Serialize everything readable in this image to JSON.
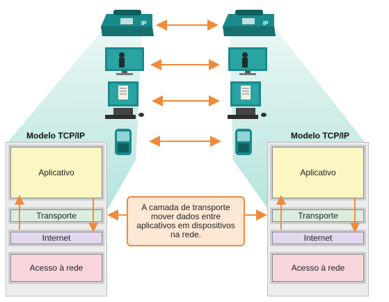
{
  "left_stack": {
    "title": "Modelo TCP/IP",
    "layers": [
      "Aplicativo",
      "Transporte",
      "Internet",
      "Acesso à rede"
    ]
  },
  "right_stack": {
    "title": "Modelo TCP/IP",
    "layers": [
      "Aplicativo",
      "Transporte",
      "Internet",
      "Acesso à rede"
    ]
  },
  "callout": {
    "lines": [
      "A camada de transporte",
      "mover dados entre",
      "aplicativos em dispositivos",
      "na rede."
    ]
  },
  "devices": [
    {
      "name": "ip-phone",
      "label": "IP"
    },
    {
      "name": "video-monitor",
      "label": ""
    },
    {
      "name": "desktop-computer",
      "label": ""
    },
    {
      "name": "smartphone",
      "label": ""
    }
  ],
  "colors": {
    "application": "#fbf6c2",
    "transport": "#dbeedd",
    "internet": "#e3d7ef",
    "network_access": "#f8d6dc",
    "beam": "#c9ece7",
    "arrow": "#f08a3a",
    "device_teal": "#1a8a8a"
  }
}
